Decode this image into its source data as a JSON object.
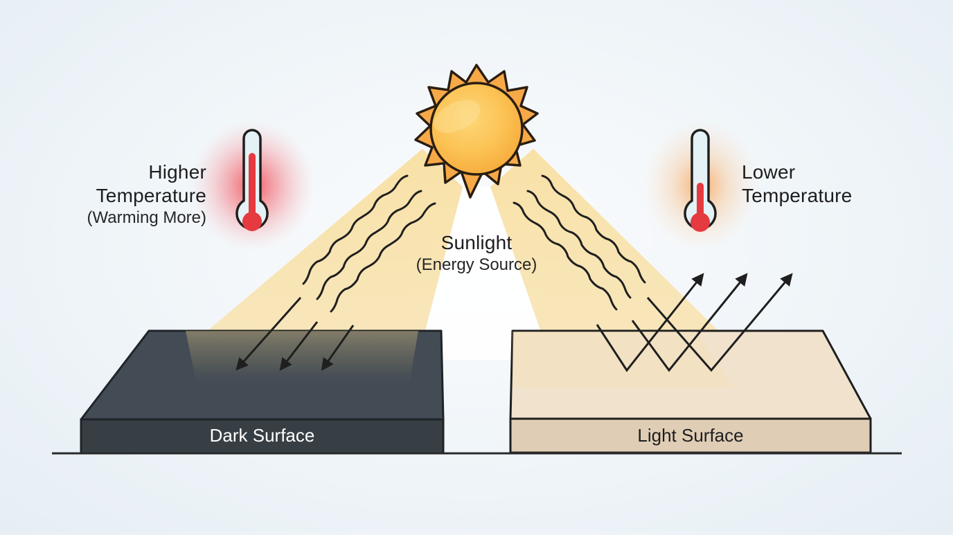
{
  "diagram": {
    "type": "albedo-comparison",
    "sun": {
      "title": "Sunlight",
      "subtitle": "(Energy Source)",
      "icon": "sun-icon",
      "color_core": "#fcc04d",
      "color_rays": "#f7a948"
    },
    "left": {
      "title_line1": "Higher",
      "title_line2": "Temperature",
      "subtitle": "(Warming More)",
      "thermometer": {
        "icon": "thermometer-icon",
        "level": "high",
        "glow_color": "#f0505a"
      },
      "surface": {
        "label": "Dark Surface",
        "top_color": "#434c55",
        "front_color": "#373f45"
      },
      "arrows": {
        "count": 3,
        "direction": "absorbed"
      }
    },
    "right": {
      "title_line1": "Lower",
      "title_line2": "Temperature",
      "thermometer": {
        "icon": "thermometer-icon",
        "level": "low",
        "glow_color": "#f7a24a"
      },
      "surface": {
        "label": "Light Surface",
        "top_color": "#f0e2cc",
        "front_color": "#e0cdb5"
      },
      "arrows": {
        "count": 3,
        "direction": "reflected"
      }
    },
    "colors": {
      "beam": "#f8e2a6",
      "stroke": "#1f1f1f",
      "mercury": "#e53a3f",
      "tube": "#e4f1f5"
    }
  }
}
